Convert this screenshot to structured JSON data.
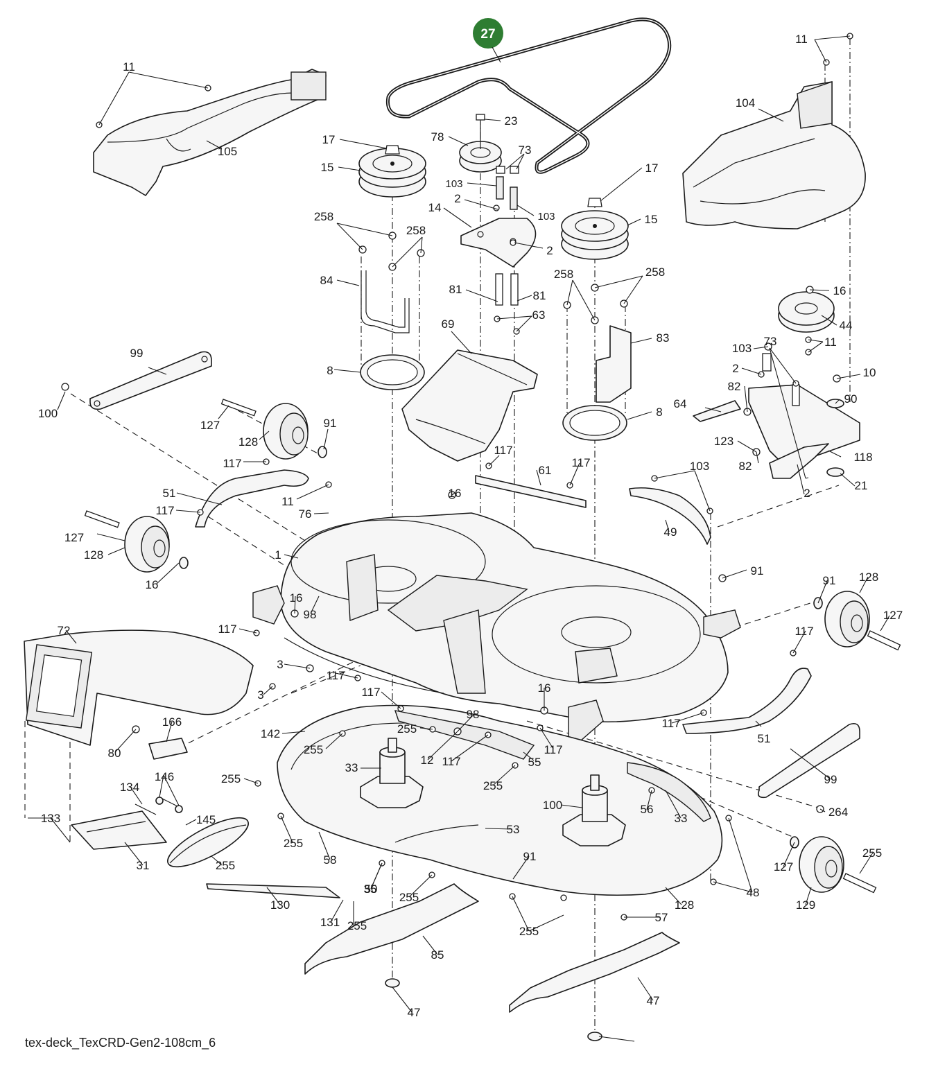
{
  "caption": "tex-deck_TexCRD-Gen2-108cm_6",
  "highlight": {
    "label": "27",
    "color": "#2e7d32"
  },
  "callouts": [
    "11",
    "105",
    "11",
    "104",
    "23",
    "78",
    "73",
    "17",
    "15",
    "103",
    "2",
    "103",
    "14",
    "2",
    "17",
    "15",
    "258",
    "258",
    "84",
    "81",
    "81",
    "63",
    "258",
    "258",
    "16",
    "44",
    "69",
    "83",
    "73",
    "103",
    "11",
    "2",
    "10",
    "99",
    "8",
    "8",
    "100",
    "64",
    "90",
    "82",
    "127",
    "128",
    "91",
    "123",
    "82",
    "118",
    "117",
    "117",
    "61",
    "117",
    "103",
    "2",
    "21",
    "51",
    "11",
    "76",
    "16",
    "117",
    "49",
    "127",
    "1",
    "128",
    "91",
    "16",
    "91",
    "128",
    "16",
    "98",
    "117",
    "127",
    "72",
    "117",
    "3",
    "117",
    "117",
    "3",
    "16",
    "117",
    "166",
    "142",
    "255",
    "98",
    "51",
    "80",
    "255",
    "12",
    "117",
    "117",
    "255",
    "33",
    "55",
    "99",
    "134",
    "146",
    "255",
    "145",
    "255",
    "56",
    "33",
    "100",
    "264",
    "133",
    "31",
    "255",
    "50",
    "53",
    "58",
    "91",
    "127",
    "255",
    "48",
    "255",
    "57",
    "128",
    "129",
    "130",
    "131",
    "255",
    "255",
    "35",
    "85",
    "47",
    "47"
  ]
}
